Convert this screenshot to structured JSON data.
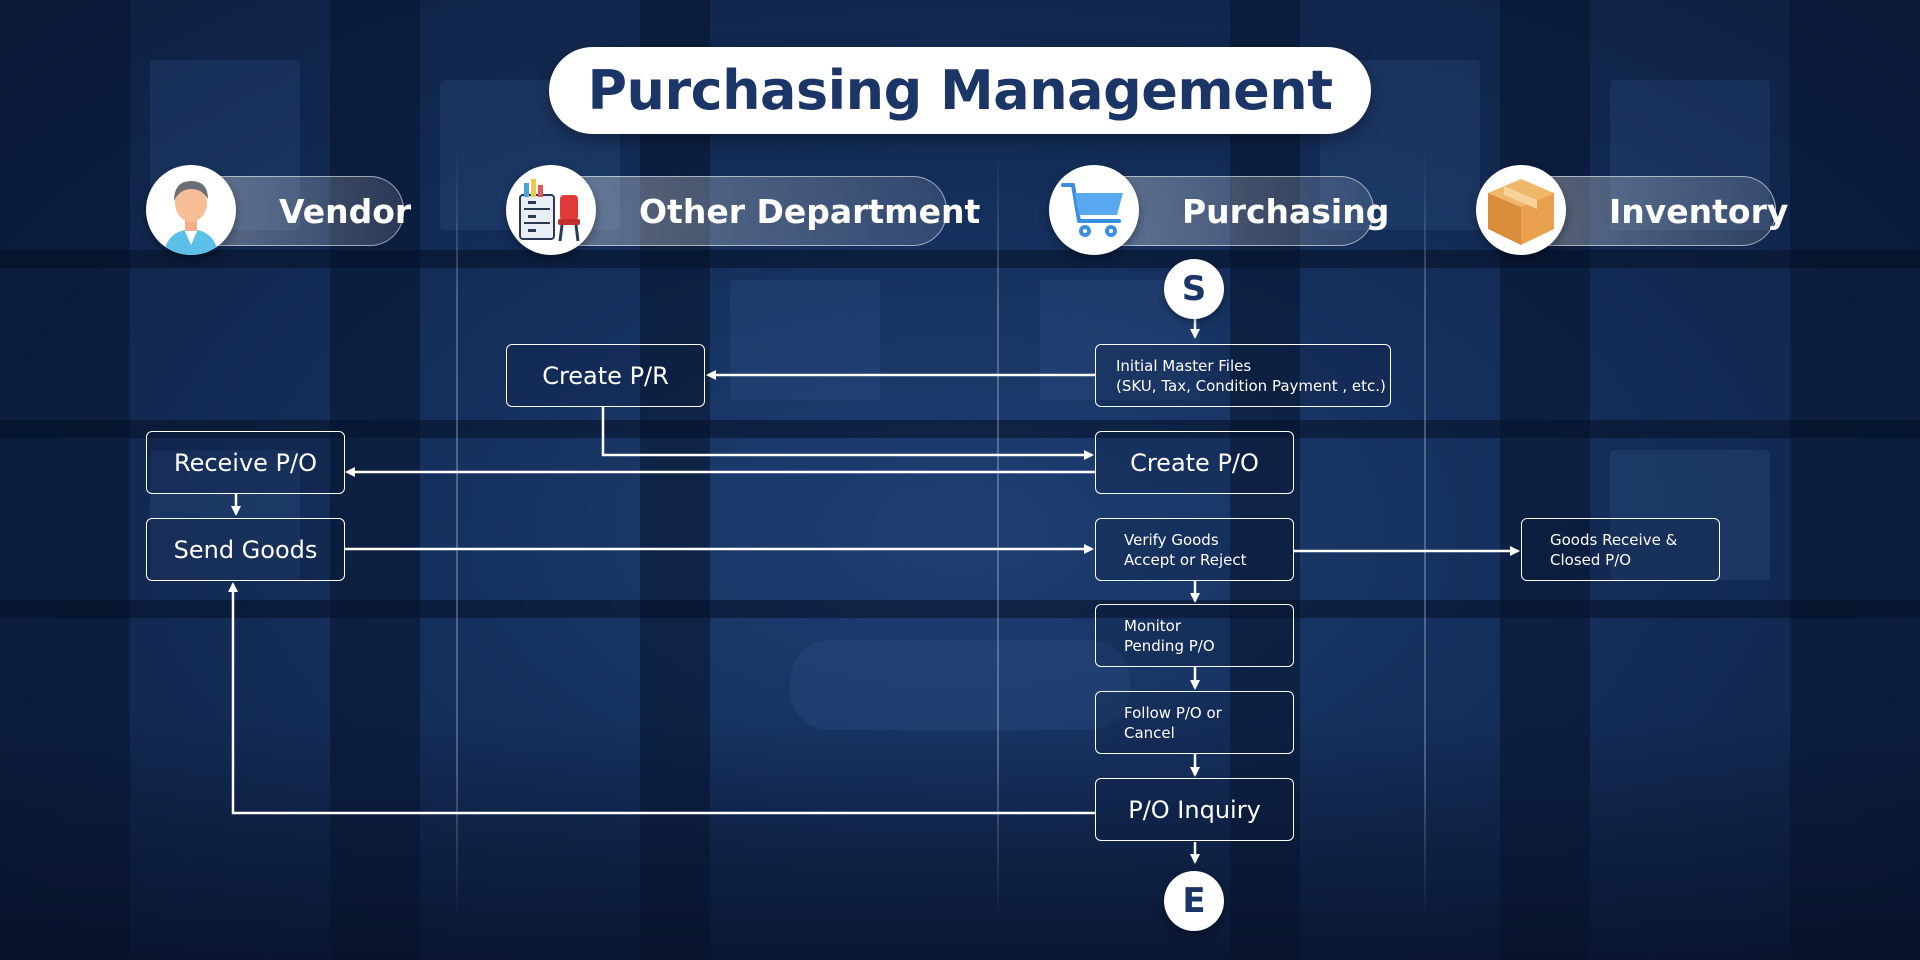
{
  "title": "Purchasing Management",
  "lanes": [
    {
      "label": "Vendor",
      "icon": "vendor-person-icon"
    },
    {
      "label": "Other Department",
      "icon": "office-department-icon"
    },
    {
      "label": "Purchasing",
      "icon": "shopping-cart-icon"
    },
    {
      "label": "Inventory",
      "icon": "box-package-icon"
    }
  ],
  "terminals": {
    "start": "S",
    "end": "E"
  },
  "nodes": {
    "create_pr": "Create P/R",
    "initial_master": "Initial Master Files\n(SKU, Tax, Condition Payment , etc.)",
    "receive_po": "Receive P/O",
    "create_po": "Create P/O",
    "send_goods": "Send Goods",
    "verify_goods": "Verify Goods\nAccept or Reject",
    "goods_receive": "Goods Receive &\nClosed P/O",
    "monitor": "Monitor\nPending P/O",
    "follow": "Follow P/O or\nCancel",
    "po_inquiry": "P/O Inquiry"
  },
  "colors": {
    "accent": "#1a3566",
    "background": "#15305d",
    "line": "#ffffff"
  }
}
